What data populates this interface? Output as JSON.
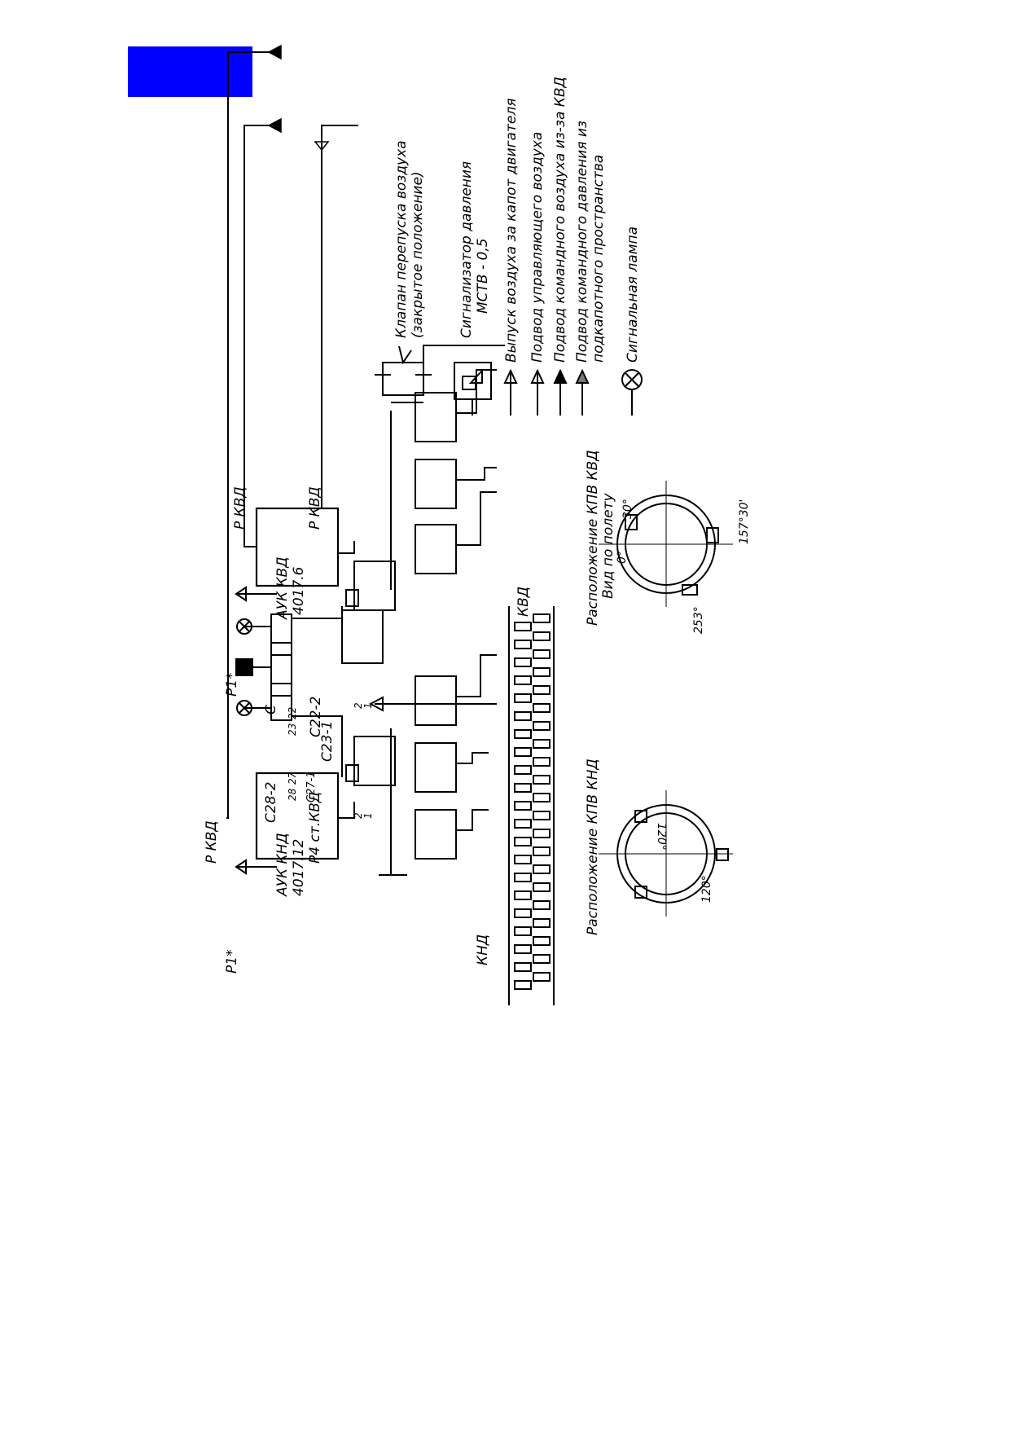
{
  "colors": {
    "blue_box": "#0000ff",
    "ink": "#000000"
  },
  "legend": {
    "bypass_valve": "Клапан перепуска воздуха",
    "bypass_valve_note": "(закрытое положение)",
    "pressure_switch": "Сигнализатор давления",
    "pressure_switch_model": "МСТВ - 0,5",
    "air_exhaust": "Выпуск воздуха за капот двигателя",
    "control_air": "Подвод управляющего воздуха",
    "command_air_hpc": "Подвод командного воздуха из-за КВД",
    "command_pressure_1": "Подвод командного давления из",
    "command_pressure_2": "подкапотного пространства",
    "signal_lamp": "Сигнальная лампа"
  },
  "units": {
    "auk_kvd_name": "АУК КВД",
    "auk_kvd_model": "4017.6",
    "auk_knd_name": "АУК КНД",
    "auk_knd_model": "4017.12"
  },
  "labels": {
    "p_kvd_1": "P КВД",
    "p_kvd_2": "P КВД",
    "p_kvd_3": "P КВД",
    "p1_star_top": "P1*",
    "p1_star_bottom": "P1*",
    "c_label": "С",
    "c22_2": "С22-2",
    "c23_1": "С23-1",
    "c28_2": "С28-2",
    "c27_1": "С27-1",
    "pin_22": "22",
    "pin_23": "23",
    "pin_27": "27",
    "pin_28": "28",
    "p_st_kvd": "P4 ст.КВД",
    "kvd": "КВД",
    "knd": "КНД",
    "ps_pin_1": "1",
    "ps_pin_2": "2",
    "ps2_pin_1": "1",
    "ps2_pin_2": "2"
  },
  "circle_hpc": {
    "title": "Расположение КПВ КВД",
    "subtitle": "Вид по полету",
    "a0": "0°",
    "a30": "30°",
    "a157": "157°30'",
    "a253": "253°"
  },
  "circle_lpc": {
    "title": "Расположение КПВ КНД",
    "a120_top": "120°",
    "a120_bottom": "120°"
  }
}
